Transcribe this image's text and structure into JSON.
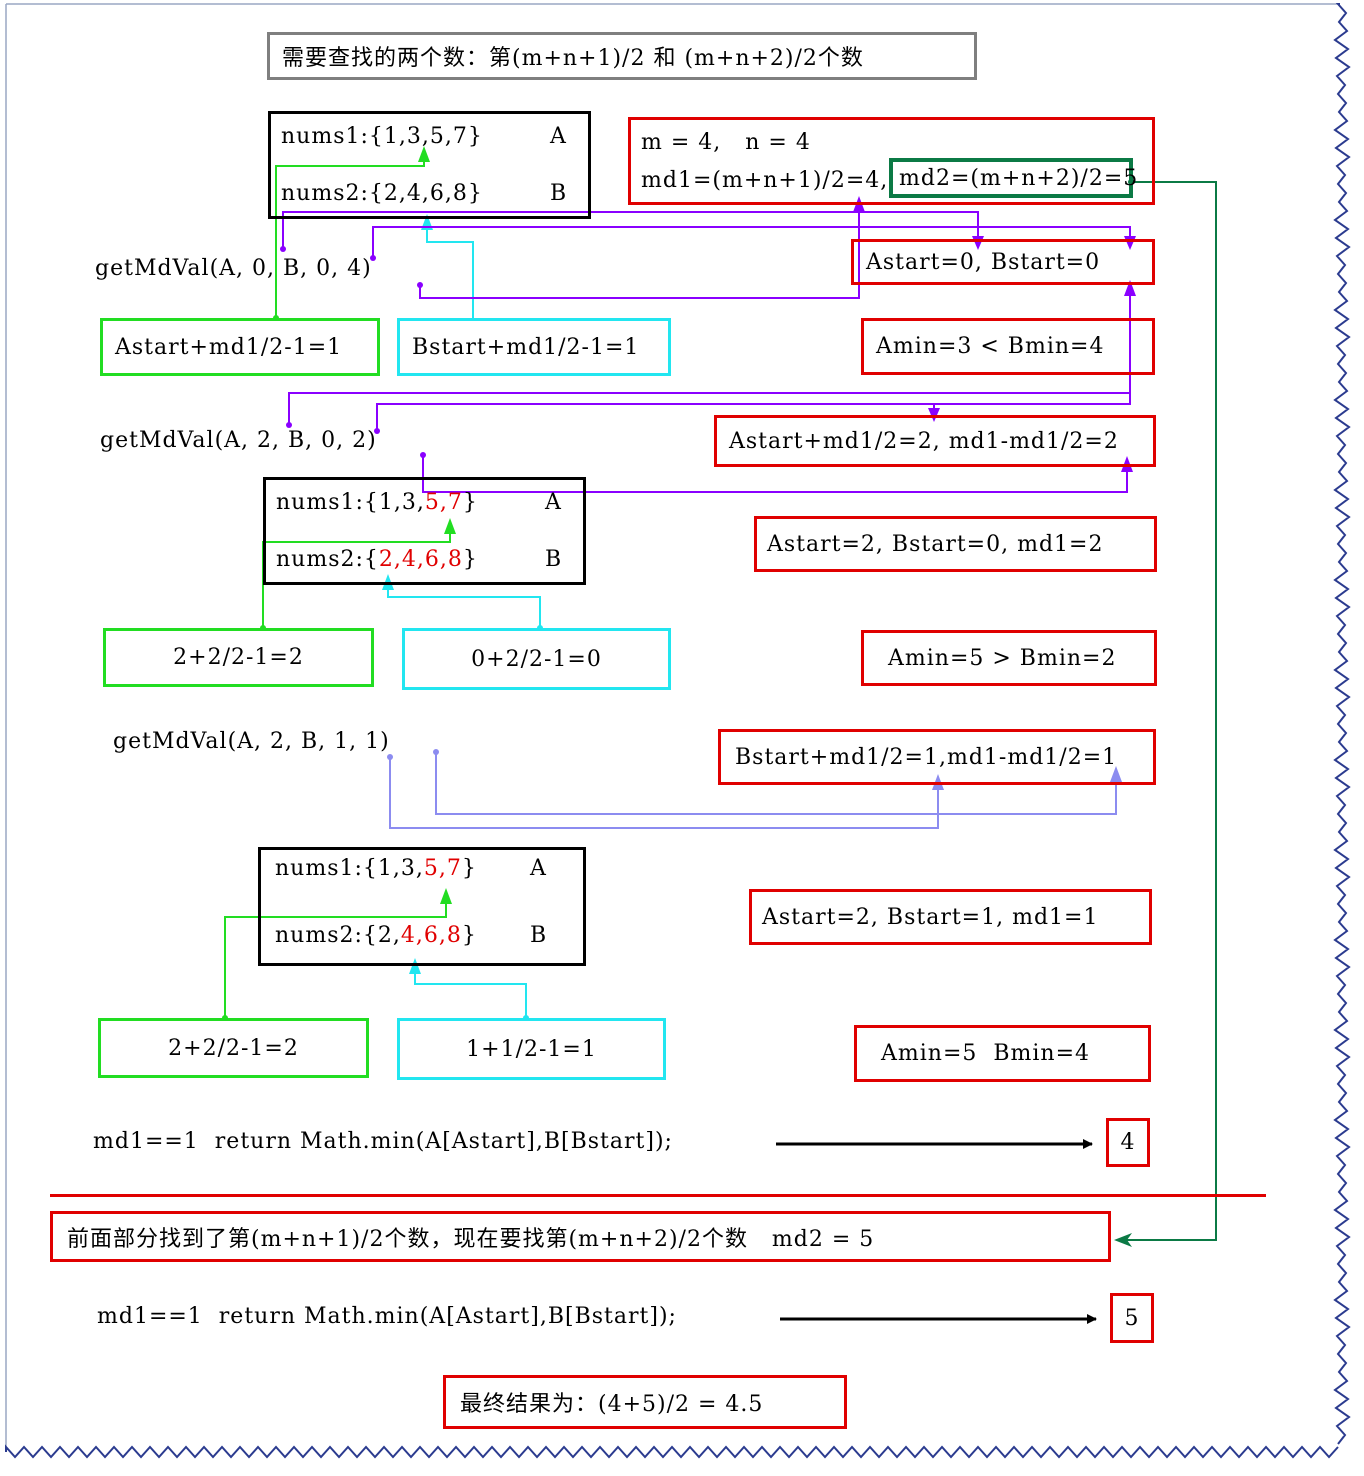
{
  "title": "需要查找的两个数：第(m+n+1)/2 和 (m+n+2)/2个数",
  "info": {
    "line1": "m = 4,   n = 4",
    "line2": "md1=(m+n+1)/2=4,",
    "md2": "md2=(m+n+2)/2=5"
  },
  "arrays": [
    {
      "nums1_prefix": "nums1:{1,3,5,7}",
      "nums1_red": "",
      "nums1_suffix": "",
      "nums2_prefix": "nums2:{2,4,6,8}",
      "nums2_red": "",
      "nums2_suffix": "",
      "labelA": "A",
      "labelB": "B"
    },
    {
      "nums1_prefix": "nums1:{1,3,",
      "nums1_red": "5,7",
      "nums1_suffix": "}",
      "nums2_prefix": "nums2:{",
      "nums2_red": "2,4,6,8",
      "nums2_suffix": "}",
      "labelA": "A",
      "labelB": "B"
    },
    {
      "nums1_prefix": "nums1:{1,3,",
      "nums1_red": "5,7",
      "nums1_suffix": "}",
      "nums2_prefix": "nums2:{2,",
      "nums2_red": "4,6,8",
      "nums2_suffix": "}",
      "labelA": "A",
      "labelB": "B"
    }
  ],
  "calls": {
    "call1": "getMdVal(A, 0, B, 0, 4)",
    "call2": "getMdVal(A, 2, B, 0, 2)",
    "call3": "getMdVal(A, 2, B, 1, 1)"
  },
  "steps": {
    "s1": "Astart=0, Bstart=0",
    "s2": "Amin=3 < Bmin=4",
    "s3": "Astart+md1/2=2, md1-md1/2=2",
    "s4": "Astart=2, Bstart=0, md1=2",
    "s5": "Amin=5 > Bmin=2",
    "s6": "Bstart+md1/2=1,md1-md1/2=1",
    "s7": "Astart=2, Bstart=1, md1=1",
    "s8": "Amin=5  Bmin=4"
  },
  "calcs": {
    "g1": "Astart+md1/2-1=1",
    "c1": "Bstart+md1/2-1=1",
    "g2": "2+2/2-1=2",
    "c2": "0+2/2-1=0",
    "g3": "2+2/2-1=2",
    "c3": "1+1/2-1=1"
  },
  "returns": {
    "r1": "md1==1  return Math.min(A[Astart],B[Bstart]);",
    "v1": "4",
    "r2": "md1==1  return Math.min(A[Astart],B[Bstart]);",
    "v2": "5"
  },
  "second_part": "前面部分找到了第(m+n+1)/2个数，现在要找第(m+n+2)/2个数   md2 = 5",
  "final": "最终结果为：(4+5)/2 = 4.5",
  "colors": {
    "red": "#e00000",
    "green": "#22dd22",
    "cyan": "#22e6f0",
    "purple": "#8a00ff",
    "lavender": "#8c8cf0",
    "darkgreen": "#0b7a45"
  }
}
